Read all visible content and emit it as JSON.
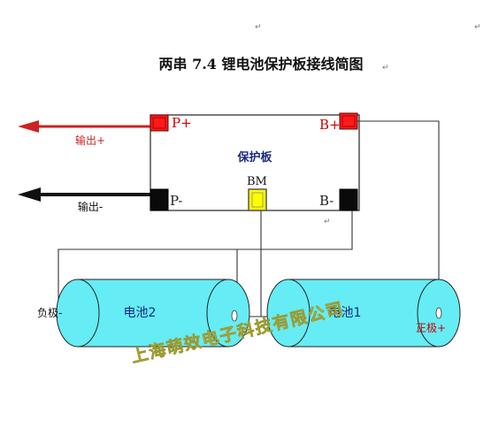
{
  "title": "两串 7.4 锂电池保护板接线简图",
  "board": {
    "label": "保护板",
    "p_plus": "P+",
    "p_minus": "P-",
    "b_plus": "B+",
    "b_minus": "B-",
    "bm": "BM"
  },
  "outputs": {
    "positive": "输出+",
    "negative": "输出-"
  },
  "batteries": {
    "cell2": "电池2",
    "cell1": "电池1"
  },
  "terminals": {
    "negative": "负极-",
    "positive": "正极+"
  },
  "watermark": "上海萌效电子科技有限公司",
  "colors": {
    "pad_red": "#ff1a1a",
    "pad_black": "#0a0a0a",
    "pad_bm": "#ffff00",
    "battery_fill": "#66ecf4",
    "arrow_red": "#cc2222",
    "watermark": "#ffff66"
  }
}
